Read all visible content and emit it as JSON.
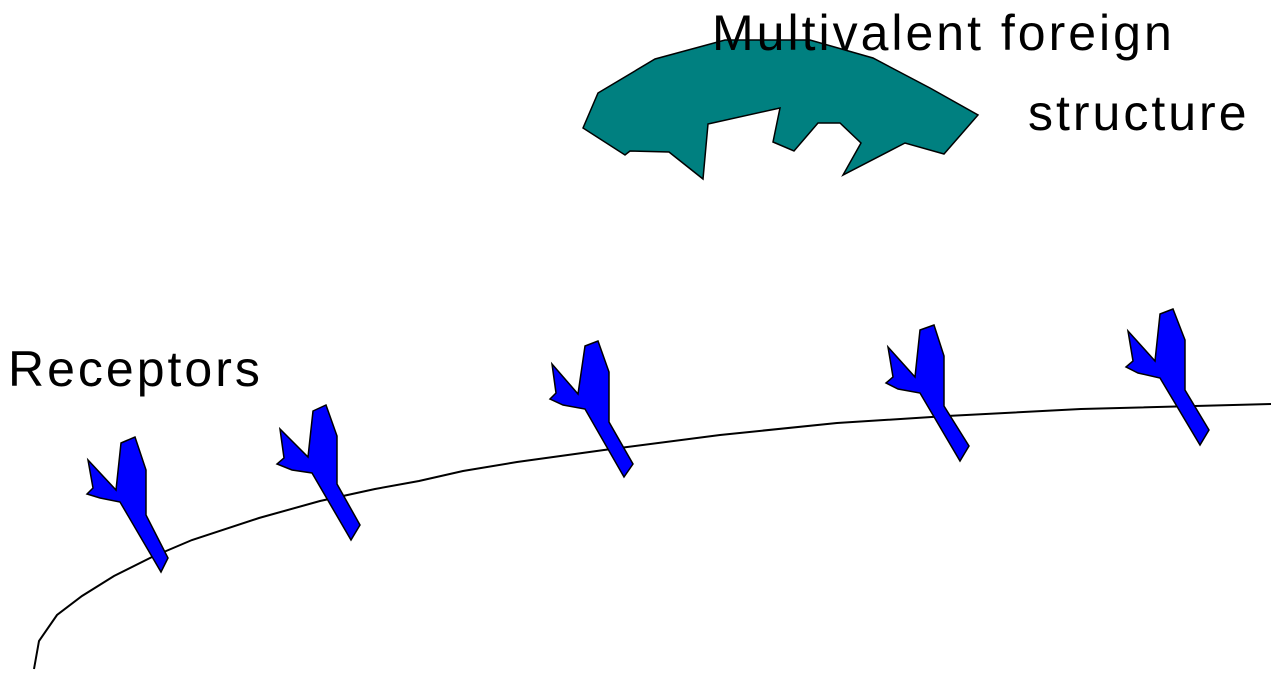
{
  "labels": {
    "receptors": "Receptors",
    "foreign_structure_line1": "Multivalent foreign",
    "foreign_structure_line2": "structure"
  },
  "colors": {
    "receptor_fill": "#0000ff",
    "foreign_structure_fill": "#008080",
    "outline": "#000000",
    "background": "#ffffff"
  },
  "receptor_count": 5
}
